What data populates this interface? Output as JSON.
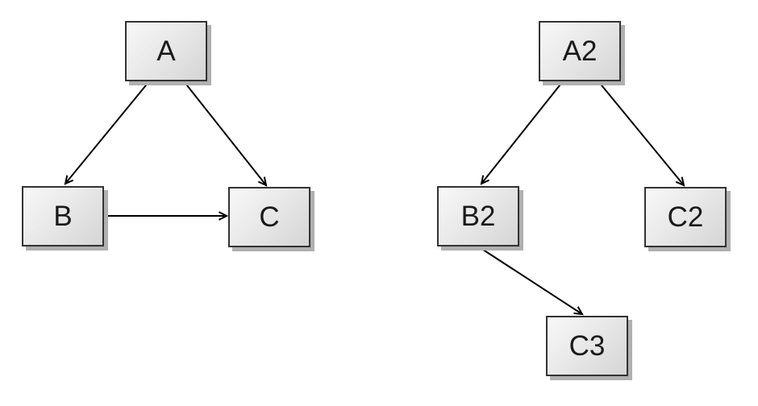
{
  "left_graph": {
    "nodes": [
      {
        "id": "A",
        "label": "A"
      },
      {
        "id": "B",
        "label": "B"
      },
      {
        "id": "C",
        "label": "C"
      }
    ],
    "edges": [
      {
        "from": "A",
        "to": "B"
      },
      {
        "from": "A",
        "to": "C"
      },
      {
        "from": "B",
        "to": "C"
      }
    ]
  },
  "right_graph": {
    "nodes": [
      {
        "id": "A2",
        "label": "A2"
      },
      {
        "id": "B2",
        "label": "B2"
      },
      {
        "id": "C2",
        "label": "C2"
      },
      {
        "id": "C3",
        "label": "C3"
      }
    ],
    "edges": [
      {
        "from": "A2",
        "to": "B2"
      },
      {
        "from": "A2",
        "to": "C2"
      },
      {
        "from": "B2",
        "to": "C3"
      }
    ]
  },
  "colors": {
    "canvas_background": "#ffffff",
    "node_fill_light": "#f8f8f8",
    "node_fill_dark": "#d5d5d5",
    "node_border": "#333333",
    "node_shadow": "#b0b0b0",
    "edge_stroke": "#000000",
    "label_color": "#1a1a1a"
  }
}
